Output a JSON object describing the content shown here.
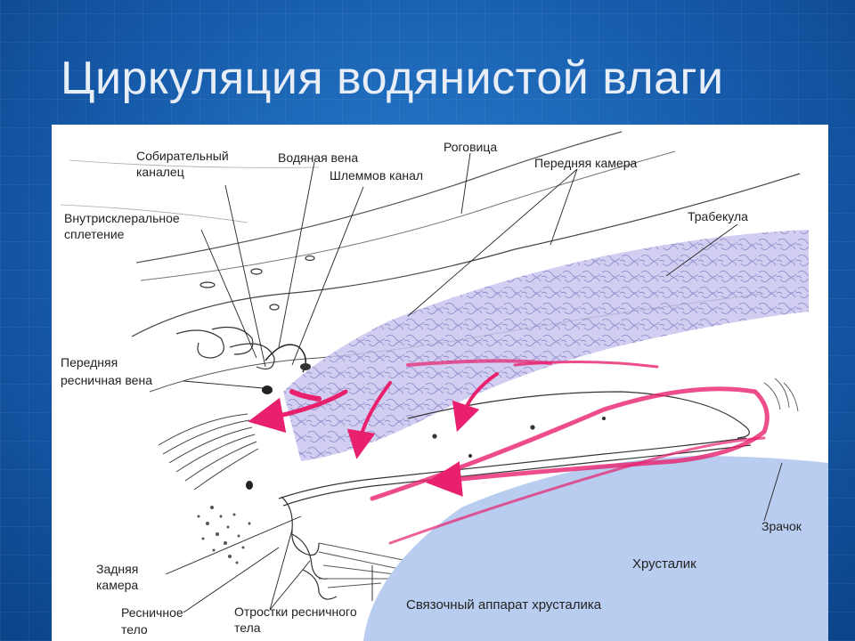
{
  "title": "Циркуляция водянистой влаги",
  "labels": {
    "collecting_canal_1": "Собирательный",
    "collecting_canal_2": "каналец",
    "aqueous_vein": "Водяная вена",
    "schlemm_canal": "Шлеммов канал",
    "cornea": "Роговица",
    "anterior_chamber": "Передняя камера",
    "trabecula": "Трабекула",
    "intrascleral_plexus_1": "Внутрисклеральное",
    "intrascleral_plexus_2": "сплетение",
    "anterior_ciliary_vein_1": "Передняя",
    "anterior_ciliary_vein_2": "ресничная вена",
    "posterior_chamber_1": "Задняя",
    "posterior_chamber_2": "камера",
    "ciliary_body_1": "Ресничное",
    "ciliary_body_2": "тело",
    "ciliary_processes_1": "Отростки ресничного",
    "ciliary_processes_2": "тела",
    "zonular_apparatus": "Связочный аппарат хрусталика",
    "lens": "Хрусталик",
    "pupil": "Зрачок"
  },
  "colors": {
    "background": "#1559a8",
    "flow_arrow": "#e8206e",
    "iris_fill": "#c9c6ee",
    "lens_fill": "#b9cdf0"
  }
}
